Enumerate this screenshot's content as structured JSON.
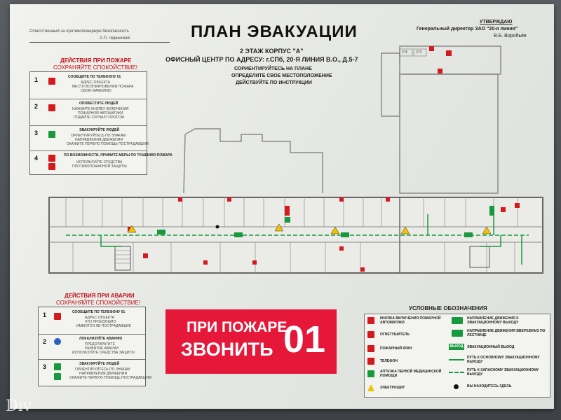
{
  "header": {
    "responsible_label": "Ответственный за противопожарную безопасность",
    "responsible_name": "А.П. Черинский",
    "approve_label": "УТВЕРЖДАЮ",
    "approve_position": "Генеральный директор ЗАО \"20-я линия\"",
    "approve_name": "В.Б. Воробьёв",
    "title": "ПЛАН ЭВАКУАЦИИ",
    "floor": "2 ЭТАЖ КОРПУС \"А\"",
    "address": "ОФИСНЫЙ ЦЕНТР ПО АДРЕСУ: г.СПб, 20-Я ЛИНИЯ В.О., Д.5-7",
    "instr1": "СОРИЕНТИРУЙТЕСЬ НА ПЛАНЕ",
    "instr2": "ОПРЕДЕЛИТЕ СВОЕ МЕСТОПОЛОЖЕНИЕ",
    "instr3": "ДЕЙСТВУЙТЕ ПО ИНСТРУКЦИИ"
  },
  "fire": {
    "head": "ДЕЙСТВИЯ ПРИ ПОЖАРЕ",
    "calm": "СОХРАНЯЙТЕ СПОКОЙСТВИЕ!",
    "steps": [
      {
        "num": "1",
        "title": "СООБЩИТЕ ПО ТЕЛЕФОНУ 01",
        "l1": "АДРЕС ОБЪЕКТА",
        "l2": "МЕСТО ВОЗНИКНОВЕНИЯ ПОЖАРА",
        "l3": "СВОЮ ФАМИЛИЮ"
      },
      {
        "num": "2",
        "title": "ОПОВЕСТИТЕ ЛЮДЕЙ",
        "l1": "НАЖМИТЕ КНОПКУ ВКЛЮЧЕНИЯ",
        "l2": "ПОЖАРНОЙ АВТОМАТИКИ",
        "l3": "ПОДАЙТЕ СИГНАЛ ГОЛОСОМ"
      },
      {
        "num": "3",
        "title": "ЭВАКУИРУЙТЕ ЛЮДЕЙ",
        "l1": "ОРИЕНТИРУЙТЕСЬ ПО ЗНАКАМ",
        "l2": "НАПРАВЛЕНИЯ ДВИЖЕНИЯ",
        "l3": "ОКАЖИТЕ ПЕРВУЮ ПОМОЩЬ ПОСТРАДАВШИМ"
      },
      {
        "num": "4",
        "title": "ПО ВОЗМОЖНОСТИ, ПРИМИТЕ МЕРЫ ПО ТУШЕНИЮ ПОЖАРА",
        "l1": "ИСПОЛЬЗУЙТЕ СРЕДСТВА",
        "l2": "ПРОТИВОПОЖАРНОЙ ЗАЩИТЫ",
        "l3": ""
      }
    ]
  },
  "accident": {
    "head": "ДЕЙСТВИЯ ПРИ АВАРИИ",
    "calm": "СОХРАНЯЙТЕ СПОКОЙСТВИЕ!",
    "steps": [
      {
        "num": "1",
        "title": "СООБЩИТЕ ПО ТЕЛЕФОНУ 01",
        "l1": "АДРЕС ОБЪЕКТА",
        "l2": "ЧТО ПРОИЗОШЛО",
        "l3": "ИМЕЮТСЯ ЛИ ПОСТРАДАВШИЕ"
      },
      {
        "num": "2",
        "title": "ЛОКАЛИЗУЙТЕ АВАРИЮ",
        "l1": "ПРЕДОТВРАТИТЕ",
        "l2": "РАЗВИТИЕ АВАРИИ",
        "l3": "ИСПОЛЬЗУЙТЕ СРЕДСТВА ЗАЩИТЫ"
      },
      {
        "num": "3",
        "title": "ЭВАКУИРУЙТЕ ЛЮДЕЙ",
        "l1": "ОРИЕНТИРУЙТЕСЬ ПО ЗНАКАМ",
        "l2": "НАПРАВЛЕНИЯ ДВИЖЕНИЯ",
        "l3": "ОКАЖИТЕ ПЕРВУЮ ПОМОЩЬ ПОСТРАДАВШИМ"
      }
    ]
  },
  "banner": {
    "line1": "ПРИ ПОЖАРЕ",
    "line2": "ЗВОНИТЬ",
    "number": "01"
  },
  "legend": {
    "head": "УСЛОВНЫЕ ОБОЗНАЧЕНИЯ",
    "left": [
      "КНОПКА ВКЛЮЧЕНИЯ ПОЖАРНОЙ АВТОМАТИКИ",
      "ОГНЕТУШИТЕЛЬ",
      "ПОЖАРНЫЙ КРАН",
      "ТЕЛЕФОН",
      "АПТЕЧКА ПЕРВОЙ МЕДИЦИНСКОЙ ПОМОЩИ",
      "ЭЛЕКТРОЩИТ"
    ],
    "right": [
      "НАПРАВЛЕНИЕ ДВИЖЕНИЯ К ЭВАКУАЦИОННОМУ ВЫХОДУ",
      "НАПРАВЛЕНИЕ ДВИЖЕНИЯ ВВЕРХ/ВНИЗ ПО ЛЕСТНИЦЕ",
      "ЭВАКУАЦИОННЫЙ ВЫХОД",
      "ПУТЬ К ОСНОВНОМУ ЭВАКУАЦИОННОМУ ВЫХОДУ",
      "ПУТЬ К ЗАПАСНОМУ ЭВАКУАЦИОННОМУ ВЫХОДУ",
      "ВЫ НАХОДИТЕСЬ ЗДЕСЬ"
    ],
    "exit_sign": "ВЫХОД"
  },
  "plan": {
    "room_a": "275",
    "room_b": "273"
  },
  "watermark": "Div",
  "colors": {
    "red": "#e5183a",
    "green": "#179a3d",
    "blue": "#2a62c0",
    "yellow": "#f2c200"
  }
}
